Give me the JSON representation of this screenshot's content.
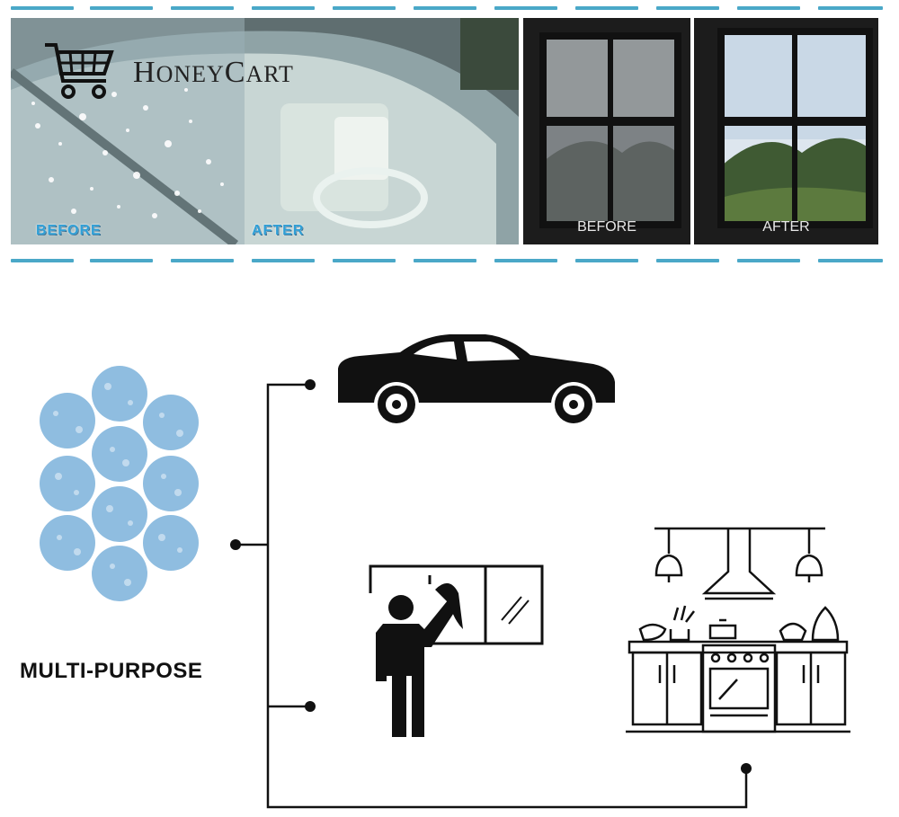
{
  "brand": {
    "part1": "H",
    "part2": "ONEY",
    "part3": "C",
    "part4": "ART"
  },
  "before_after": {
    "car": {
      "before_label": "BEFORE",
      "after_label": "AFTER"
    },
    "window": {
      "before_label": "BEFORE",
      "after_label": "AFTER"
    }
  },
  "product": {
    "label": "MULTI-PURPOSE"
  },
  "uses": [
    {
      "name": "car-icon"
    },
    {
      "name": "window-cleaning-icon"
    },
    {
      "name": "kitchen-icon"
    }
  ],
  "colors": {
    "accent": "#4aa8c8",
    "tablet": "#7fb3d9",
    "text": "#111111",
    "caption_blue": "#2f9fd6"
  }
}
